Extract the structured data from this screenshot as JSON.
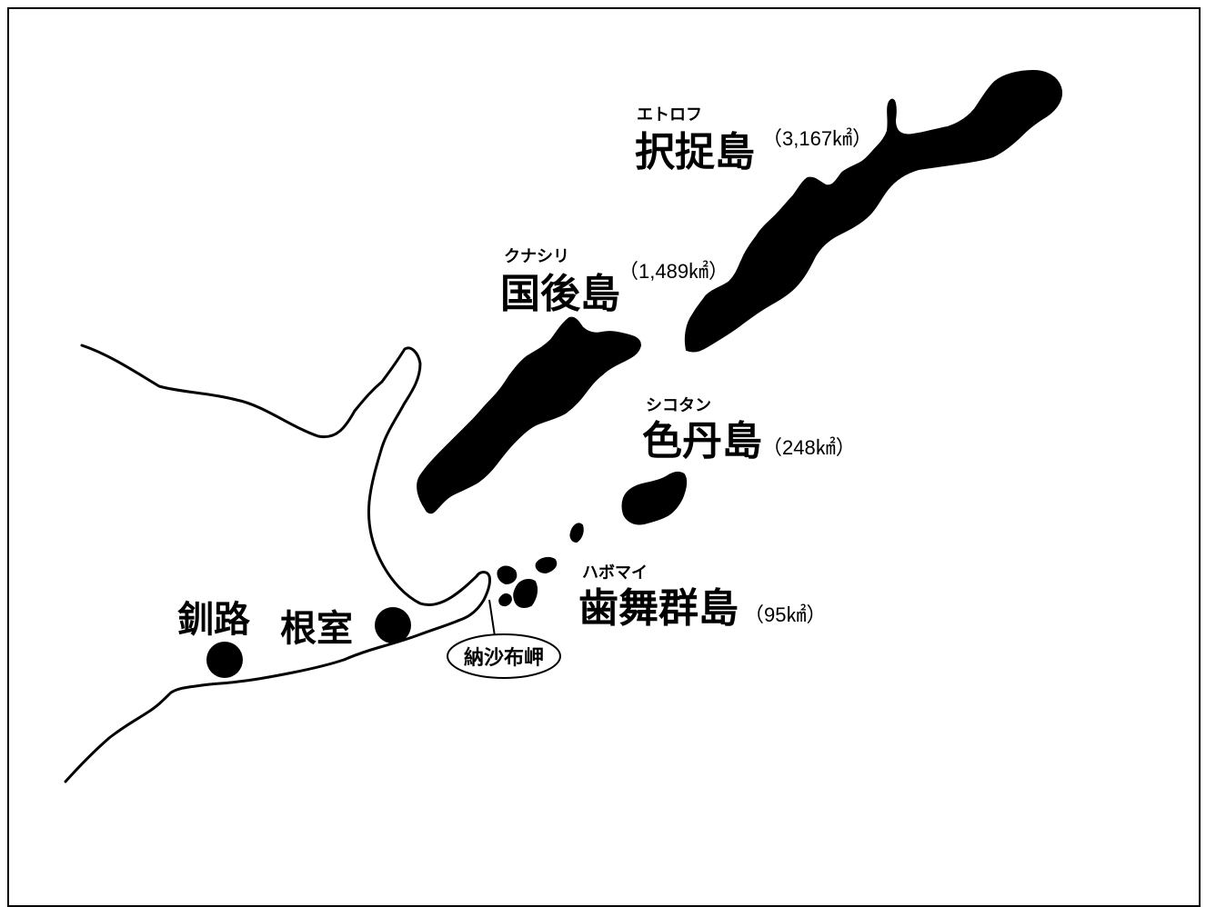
{
  "islands": {
    "etorofu": {
      "name": "択捉島",
      "reading": "エトロフ",
      "area": "（3,167㎢）"
    },
    "kunashiri": {
      "name": "国後島",
      "reading": "クナシリ",
      "area": "（1,489㎢）"
    },
    "shikotan": {
      "name": "色丹島",
      "reading": "シコタン",
      "area": "（248㎢）"
    },
    "habomai": {
      "name": "歯舞群島",
      "reading": "ハボマイ",
      "area": "（95㎢）"
    }
  },
  "cities": {
    "kushiro": {
      "name": "釧路"
    },
    "nemuro": {
      "name": "根室"
    }
  },
  "cape": {
    "name": "納沙布岬"
  },
  "colors": {
    "land": "#000000",
    "background": "#ffffff"
  }
}
